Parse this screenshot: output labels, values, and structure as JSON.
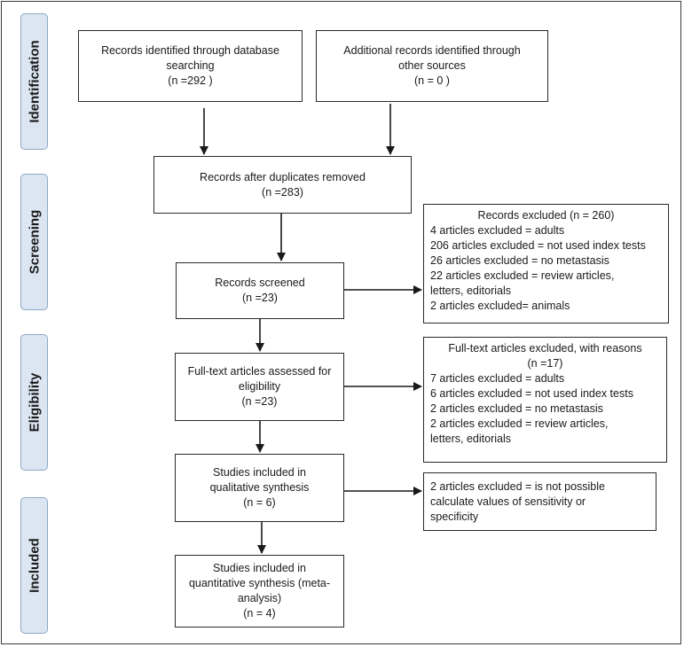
{
  "stages": {
    "identification": "Identification",
    "screening": "Screening",
    "eligibility": "Eligibility",
    "included": "Included"
  },
  "boxes": {
    "db_records": {
      "line1": "Records identified through database",
      "line2": "searching",
      "line3": "(n =292 )"
    },
    "other_records": {
      "line1": "Additional records identified through",
      "line2": "other sources",
      "line3": "(n =  0 )"
    },
    "after_duplicates": {
      "line1": "Records after duplicates removed",
      "line2": "(n =283)"
    },
    "screened": {
      "line1": "Records screened",
      "line2": "(n =23)"
    },
    "full_text": {
      "line1": "Full-text articles assessed for",
      "line2": "eligibility",
      "line3": "(n =23)"
    },
    "qualitative": {
      "line1": "Studies included in",
      "line2": "qualitative synthesis",
      "line3": "(n = 6)"
    },
    "quantitative": {
      "line1": "Studies included in",
      "line2": "quantitative synthesis (meta-",
      "line3": "analysis)",
      "line4": "(n = 4)"
    },
    "records_excluded": {
      "title": "Records excluded (n = 260)",
      "items": [
        "4 articles excluded = adults",
        "206 articles excluded = not used index tests",
        "26 articles excluded = no metastasis",
        "22 articles excluded = review articles,",
        "letters, editorials",
        "2 articles excluded= animals"
      ]
    },
    "fulltext_excluded": {
      "title1": "Full-text articles excluded, with reasons",
      "title2": "(n =17)",
      "items": [
        "7 articles excluded = adults",
        "6 articles excluded = not used index tests",
        "2 articles excluded = no metastasis",
        "2 articles excluded = review articles,",
        "letters, editorials"
      ]
    },
    "not_possible": {
      "items": [
        "2 articles excluded = is not possible",
        "calculate values of sensitivity or",
        "specificity"
      ]
    }
  }
}
